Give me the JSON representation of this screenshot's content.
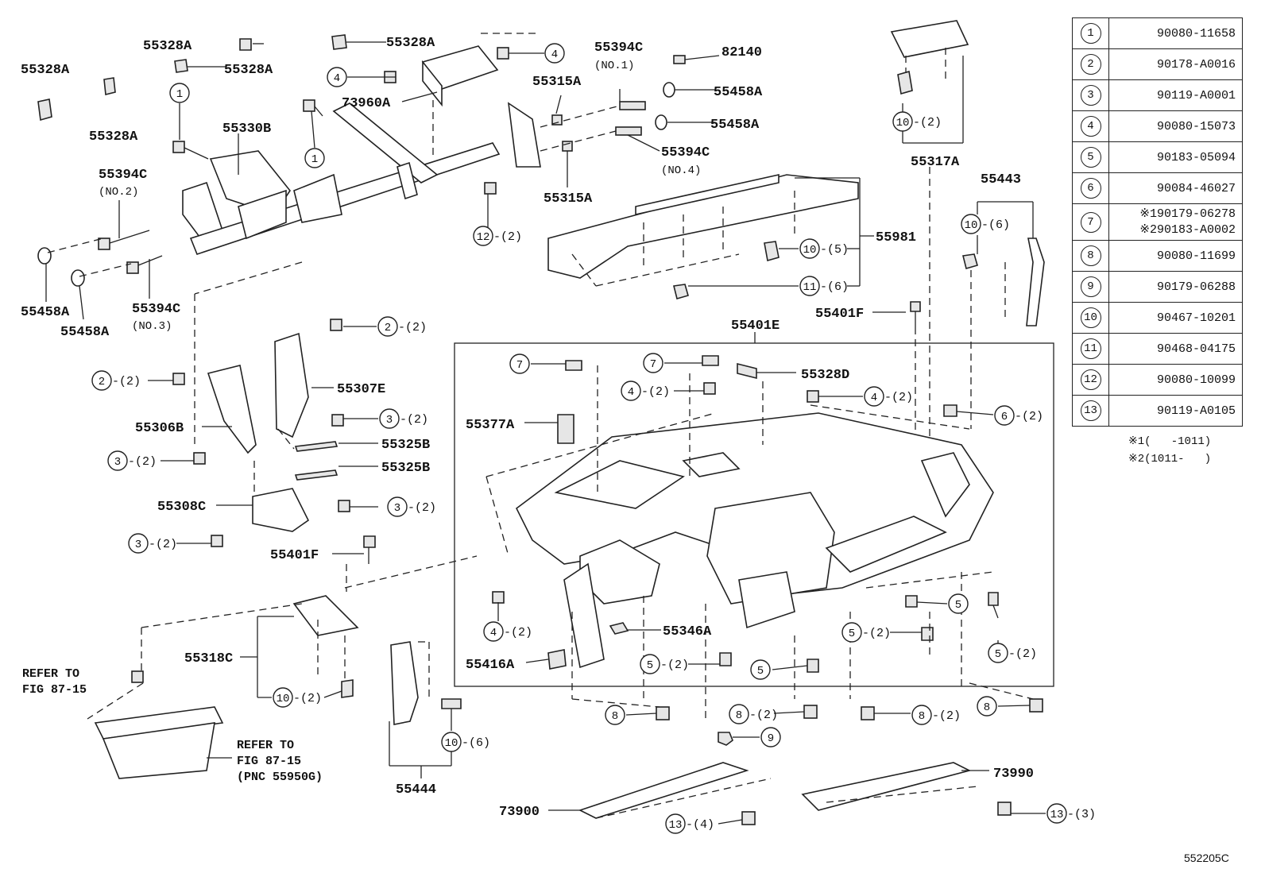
{
  "parts": {
    "p55328A_1": "55328A",
    "p55328A_2": "55328A",
    "p55328A_3": "55328A",
    "p55328A_4": "55328A",
    "p55328A_5": "55328A",
    "p55330B": "55330B",
    "p55394C_2": "55394C",
    "no2": "(NO.2)",
    "p55394C_3": "55394C",
    "no3": "(NO.3)",
    "p55394C_1": "55394C",
    "no1": "(NO.1)",
    "p55394C_4": "55394C",
    "no4": "(NO.4)",
    "p55458A_1": "55458A",
    "p55458A_2": "55458A",
    "p55458A_3": "55458A",
    "p55458A_4": "55458A",
    "p73960A": "73960A",
    "p55315A_1": "55315A",
    "p55315A_2": "55315A",
    "p82140": "82140",
    "p55317A": "55317A",
    "p55443": "55443",
    "p55981": "55981",
    "p55401F_1": "55401F",
    "p55401F_2": "55401F",
    "p55401E": "55401E",
    "p55328D": "55328D",
    "p55307E": "55307E",
    "p55306B": "55306B",
    "p55325B_1": "55325B",
    "p55325B_2": "55325B",
    "p55308C": "55308C",
    "p55377A": "55377A",
    "p55346A": "55346A",
    "p55416A": "55416A",
    "p55318C": "55318C",
    "p55444": "55444",
    "p73900": "73900",
    "p73990": "73990"
  },
  "callouts": {
    "c1a": "1",
    "c1b": "1",
    "c4a": "4",
    "c4b": "4",
    "c12": "12",
    "q12": "-(2)",
    "c10a": "10",
    "q10a": "-(2)",
    "c10b": "10",
    "q10b": "-(6)",
    "c10c": "10",
    "q10c": "-(5)",
    "c11": "11",
    "q11": "-(6)",
    "c2a": "2",
    "q2a": "-(2)",
    "c2b": "2",
    "q2b": "-(2)",
    "c3a": "3",
    "q3a": "-(2)",
    "c3b": "3",
    "q3b": "-(2)",
    "c3c": "3",
    "q3c": "-(2)",
    "c3d": "3",
    "q3d": "-(2)",
    "c7a": "7",
    "c7b": "7",
    "c4c": "4",
    "q4c": "-(2)",
    "c4d": "4",
    "q4d": "-(2)",
    "c6": "6",
    "q6": "-(2)",
    "c4e": "4",
    "q4e": "-(2)",
    "c5a": "5",
    "q5a": "-(2)",
    "c5b": "5",
    "c5c": "5",
    "q5c": "-(2)",
    "c5d": "5",
    "c5e": "5",
    "q5e": "-(2)",
    "c8a": "8",
    "c8b": "8",
    "q8b": "-(2)",
    "c8c": "8",
    "q8c": "-(2)",
    "c8d": "8",
    "c9": "9",
    "c10d": "10",
    "q10d": "-(2)",
    "c10e": "10",
    "q10e": "-(6)",
    "c13a": "13",
    "q13a": "-(4)",
    "c13b": "13",
    "q13b": "-(3)"
  },
  "refs": {
    "ref1_line1": "REFER TO",
    "ref1_line2": "FIG 87-15",
    "ref2_line1": "REFER TO",
    "ref2_line2": "FIG 87-15",
    "ref2_line3": "(PNC 55950G)"
  },
  "legend": [
    {
      "num": "1",
      "part": "90080-11658"
    },
    {
      "num": "2",
      "part": "90178-A0016"
    },
    {
      "num": "3",
      "part": "90119-A0001"
    },
    {
      "num": "4",
      "part": "90080-15073"
    },
    {
      "num": "5",
      "part": "90183-05094"
    },
    {
      "num": "6",
      "part": "90084-46027"
    },
    {
      "num": "7",
      "part": "※190179-06278",
      "part2": "※290183-A0002"
    },
    {
      "num": "8",
      "part": "90080-11699"
    },
    {
      "num": "9",
      "part": "90179-06288"
    },
    {
      "num": "10",
      "part": "90467-10201"
    },
    {
      "num": "11",
      "part": "90468-04175"
    },
    {
      "num": "12",
      "part": "90080-10099"
    },
    {
      "num": "13",
      "part": "90119-A0105"
    }
  ],
  "footnotes": {
    "note1": "※1(   -1011)",
    "note2": "※2(1011-   )"
  },
  "figure_id": "552205C"
}
